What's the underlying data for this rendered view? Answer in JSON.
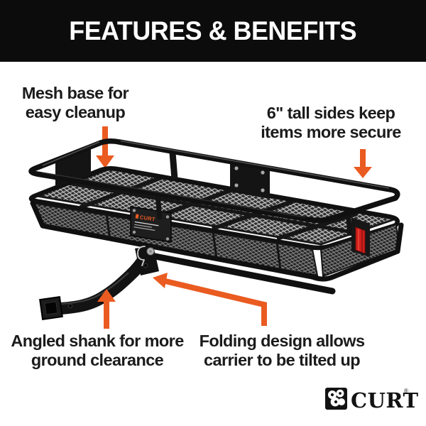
{
  "header": {
    "title": "FEATURES & BENEFITS"
  },
  "callouts": {
    "mesh": {
      "lines": [
        "Mesh base for",
        "easy cleanup"
      ]
    },
    "sides": {
      "lines": [
        "6\" tall sides keep",
        "items more secure"
      ]
    },
    "shank": {
      "lines": [
        "Angled shank for more",
        "ground clearance"
      ]
    },
    "folding": {
      "lines": [
        "Folding design allows",
        "carrier to be tilted up"
      ]
    }
  },
  "product": {
    "plate_brand": "CURT",
    "reflector_color": "#cf1f1c"
  },
  "colors": {
    "arrow_orange": "#ea5b21",
    "header_bg": "#0c0c0c",
    "header_fg": "#ffffff",
    "text": "#1b1b1b"
  },
  "footer": {
    "brand": "CURT",
    "registered_mark": "®"
  }
}
